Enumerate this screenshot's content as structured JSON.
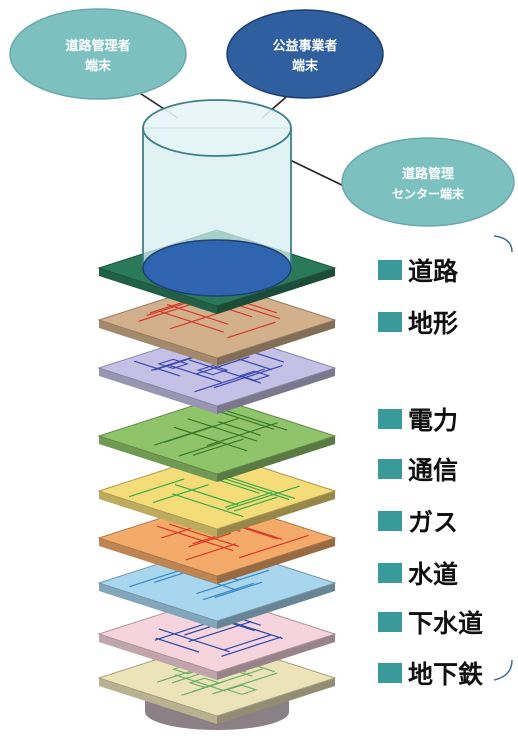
{
  "terminals": [
    {
      "line1": "道路管理者",
      "line2": "端末",
      "fill": "#7dc0c0"
    },
    {
      "line1": "公益事業者",
      "line2": "端末",
      "fill": "#2f5f9e"
    },
    {
      "line1": "道路管理",
      "line2": "センター端末",
      "fill": "#7dc0c0"
    }
  ],
  "legend": [
    {
      "label": "道路"
    },
    {
      "label": "地形"
    },
    {
      "label": "電力"
    },
    {
      "label": "通信"
    },
    {
      "label": "ガス"
    },
    {
      "label": "水道"
    },
    {
      "label": "下水道"
    },
    {
      "label": "地下鉄"
    }
  ],
  "colors": {
    "legend_square": "#3a9a9a",
    "cylinder_body": "#d6eef0",
    "cylinder_top": "#2f64b0",
    "base_cylinder": "#8a8085",
    "layers": [
      "#2a7a5a",
      "#d2b08c",
      "#c4c0e6",
      "#90c46a",
      "#f4dc78",
      "#f4ab6a",
      "#a8d6ee",
      "#f6d4de",
      "#ece4b8"
    ],
    "lines": [
      "none",
      "#d83a2a",
      "#3a48b0",
      "#3a7a2a",
      "#3aaa4a",
      "#d83a2a",
      "#3a88c0",
      "#2a4aa8",
      "#6ab06a"
    ]
  }
}
